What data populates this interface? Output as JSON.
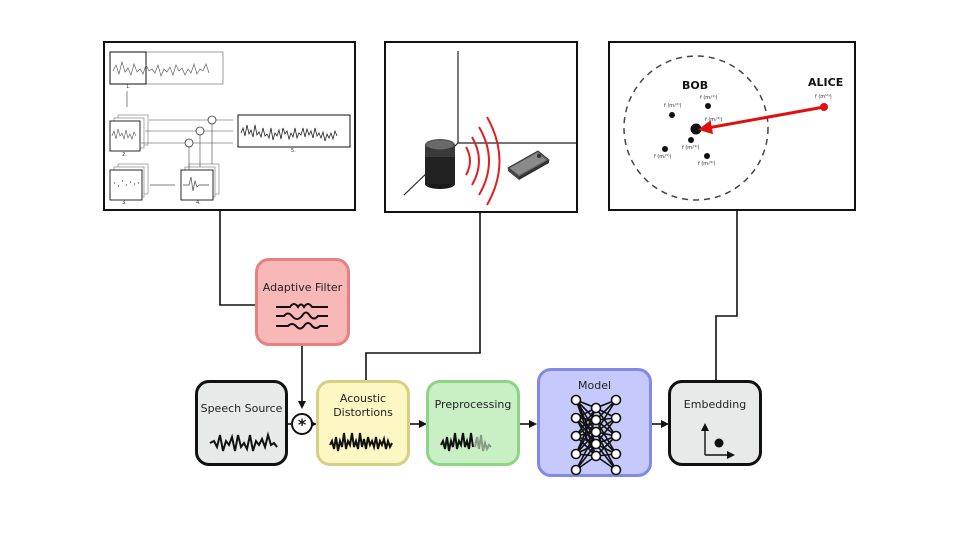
{
  "diagram": {
    "panels": {
      "filter_panel": {
        "steps": [
          "1.",
          "2.",
          "3.",
          "4.",
          "5."
        ]
      },
      "distortion_panel": {},
      "embedding_space_panel": {
        "speaker_bob": "BOB",
        "speaker_alice": "ALICE",
        "alice_point_label": "f (m⁽ᴬ⁾)",
        "bob_point_labels": [
          "f (mᵢ⁽¹⁾)",
          "f (mᵢ⁽²⁾)",
          "f (mᵢ⁽³⁾)",
          "f (mᵢ⁽⁴⁾)",
          "f (mᵢ⁽⁵⁾)",
          "f (mᵢ⁽⁶⁾)"
        ]
      }
    },
    "nodes": {
      "adaptive_filter": "Adaptive Filter",
      "speech_source": "Speech Source",
      "acoustic_distortions_line1": "Acoustic",
      "acoustic_distortions_line2": "Distortions",
      "preprocessing": "Preprocessing",
      "model": "Model",
      "embedding": "Embedding"
    },
    "operator_symbol": "*",
    "colors": {
      "adaptive_filter_fill": "#f9b8b8",
      "adaptive_filter_border": "#e78080",
      "speech_source_fill": "#e8eaea",
      "speech_source_border": "#111111",
      "acoustic_fill": "#fdf7c3",
      "acoustic_border": "#d6cf86",
      "preprocessing_fill": "#c9f0c4",
      "preprocessing_border": "#8dd487",
      "model_fill": "#c5c9fb",
      "model_border": "#8289e6",
      "embedding_fill": "#e8eaea",
      "embedding_border": "#111111",
      "arrow_red": "#e01010",
      "speaker_wave_red": "#e02020"
    }
  }
}
